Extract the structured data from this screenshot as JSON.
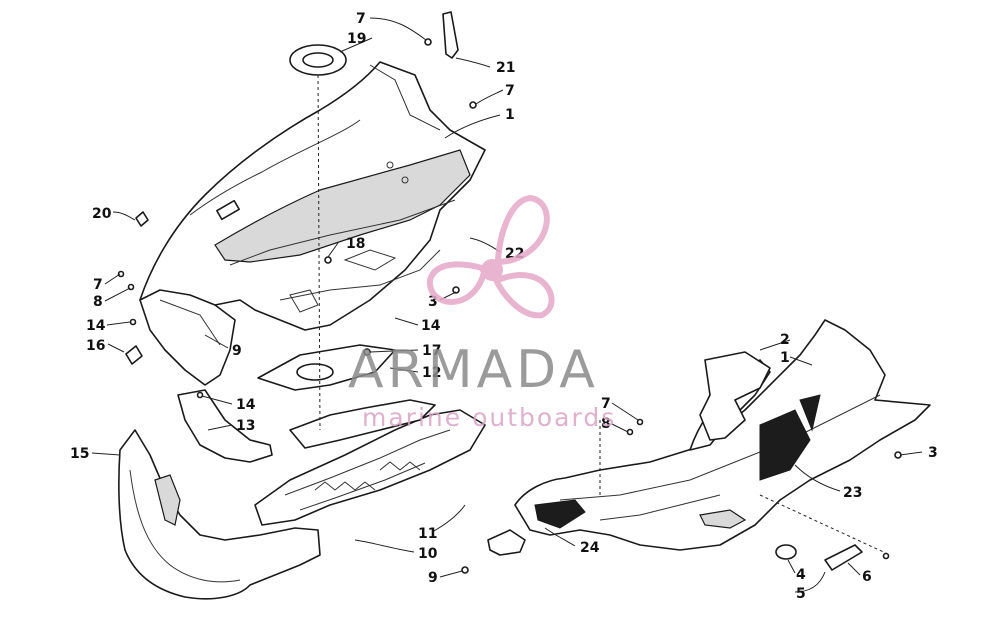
{
  "watermark": {
    "title": "ARMADA",
    "subtitle": "marine outboards",
    "title_color": "#8a8a8a",
    "subtitle_color": "#d9a4c4",
    "logo_color": "#e6a8c8"
  },
  "callouts": [
    {
      "id": "c-7-top",
      "label": "7"
    },
    {
      "id": "c-19",
      "label": "19"
    },
    {
      "id": "c-21",
      "label": "21"
    },
    {
      "id": "c-7-right",
      "label": "7"
    },
    {
      "id": "c-1-top",
      "label": "1"
    },
    {
      "id": "c-20",
      "label": "20"
    },
    {
      "id": "c-18",
      "label": "18"
    },
    {
      "id": "c-22",
      "label": "22"
    },
    {
      "id": "c-7-left",
      "label": "7"
    },
    {
      "id": "c-8-left",
      "label": "8"
    },
    {
      "id": "c-3-mid",
      "label": "3"
    },
    {
      "id": "c-14-left",
      "label": "14"
    },
    {
      "id": "c-14-mid",
      "label": "14"
    },
    {
      "id": "c-16",
      "label": "16"
    },
    {
      "id": "c-9-left",
      "label": "9"
    },
    {
      "id": "c-17",
      "label": "17"
    },
    {
      "id": "c-12",
      "label": "12"
    },
    {
      "id": "c-14-lower",
      "label": "14"
    },
    {
      "id": "c-13",
      "label": "13"
    },
    {
      "id": "c-15",
      "label": "15"
    },
    {
      "id": "c-11",
      "label": "11"
    },
    {
      "id": "c-10",
      "label": "10"
    },
    {
      "id": "c-2",
      "label": "2"
    },
    {
      "id": "c-1-right",
      "label": "1"
    },
    {
      "id": "c-7-lowright",
      "label": "7"
    },
    {
      "id": "c-8-lowright",
      "label": "8"
    },
    {
      "id": "c-3-right",
      "label": "3"
    },
    {
      "id": "c-23",
      "label": "23"
    },
    {
      "id": "c-24",
      "label": "24"
    },
    {
      "id": "c-9-bottom",
      "label": "9"
    },
    {
      "id": "c-4",
      "label": "4"
    },
    {
      "id": "c-6",
      "label": "6"
    },
    {
      "id": "c-5",
      "label": "5"
    }
  ]
}
